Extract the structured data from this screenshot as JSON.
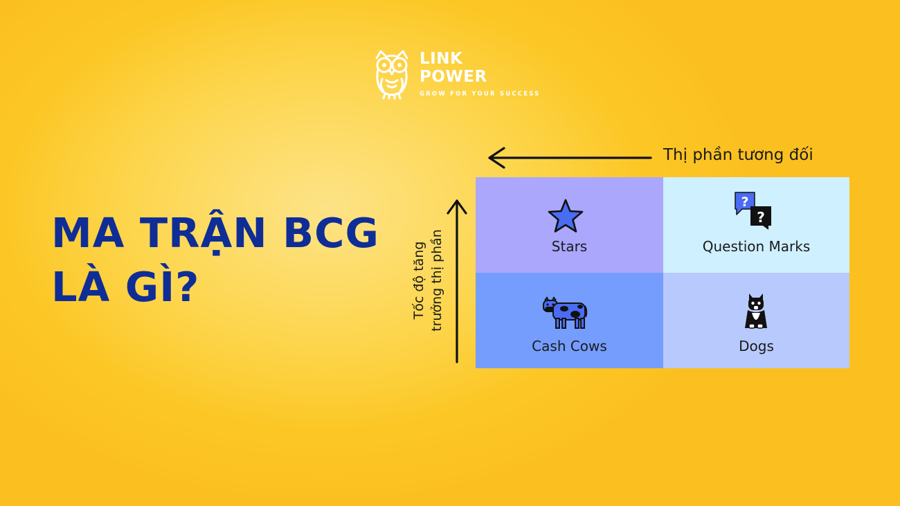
{
  "logo": {
    "line1": "LINK",
    "line2": "POWER",
    "tagline": "GROW FOR YOUR SUCCESS"
  },
  "title": {
    "line1": "MA TRẬN BCG",
    "line2": "LÀ GÌ?"
  },
  "axes": {
    "horizontal": "Thị phần tương đối",
    "vertical_line1": "Tốc độ tăng",
    "vertical_line2": "trưởng thị phần"
  },
  "quadrants": {
    "top_left": {
      "label": "Stars",
      "icon": "star-icon",
      "color": "#aaa7fd"
    },
    "top_right": {
      "label": "Question Marks",
      "icon": "question-marks-icon",
      "color": "#cff0fe"
    },
    "bottom_left": {
      "label": "Cash Cows",
      "icon": "cow-icon",
      "color": "#759dfe"
    },
    "bottom_right": {
      "label": "Dogs",
      "icon": "dog-icon",
      "color": "#b8cafd"
    }
  },
  "colors": {
    "background": "#fcc725",
    "title": "#0f2d96",
    "logo": "#ffffff",
    "accent_blue": "#4a6cf2"
  }
}
